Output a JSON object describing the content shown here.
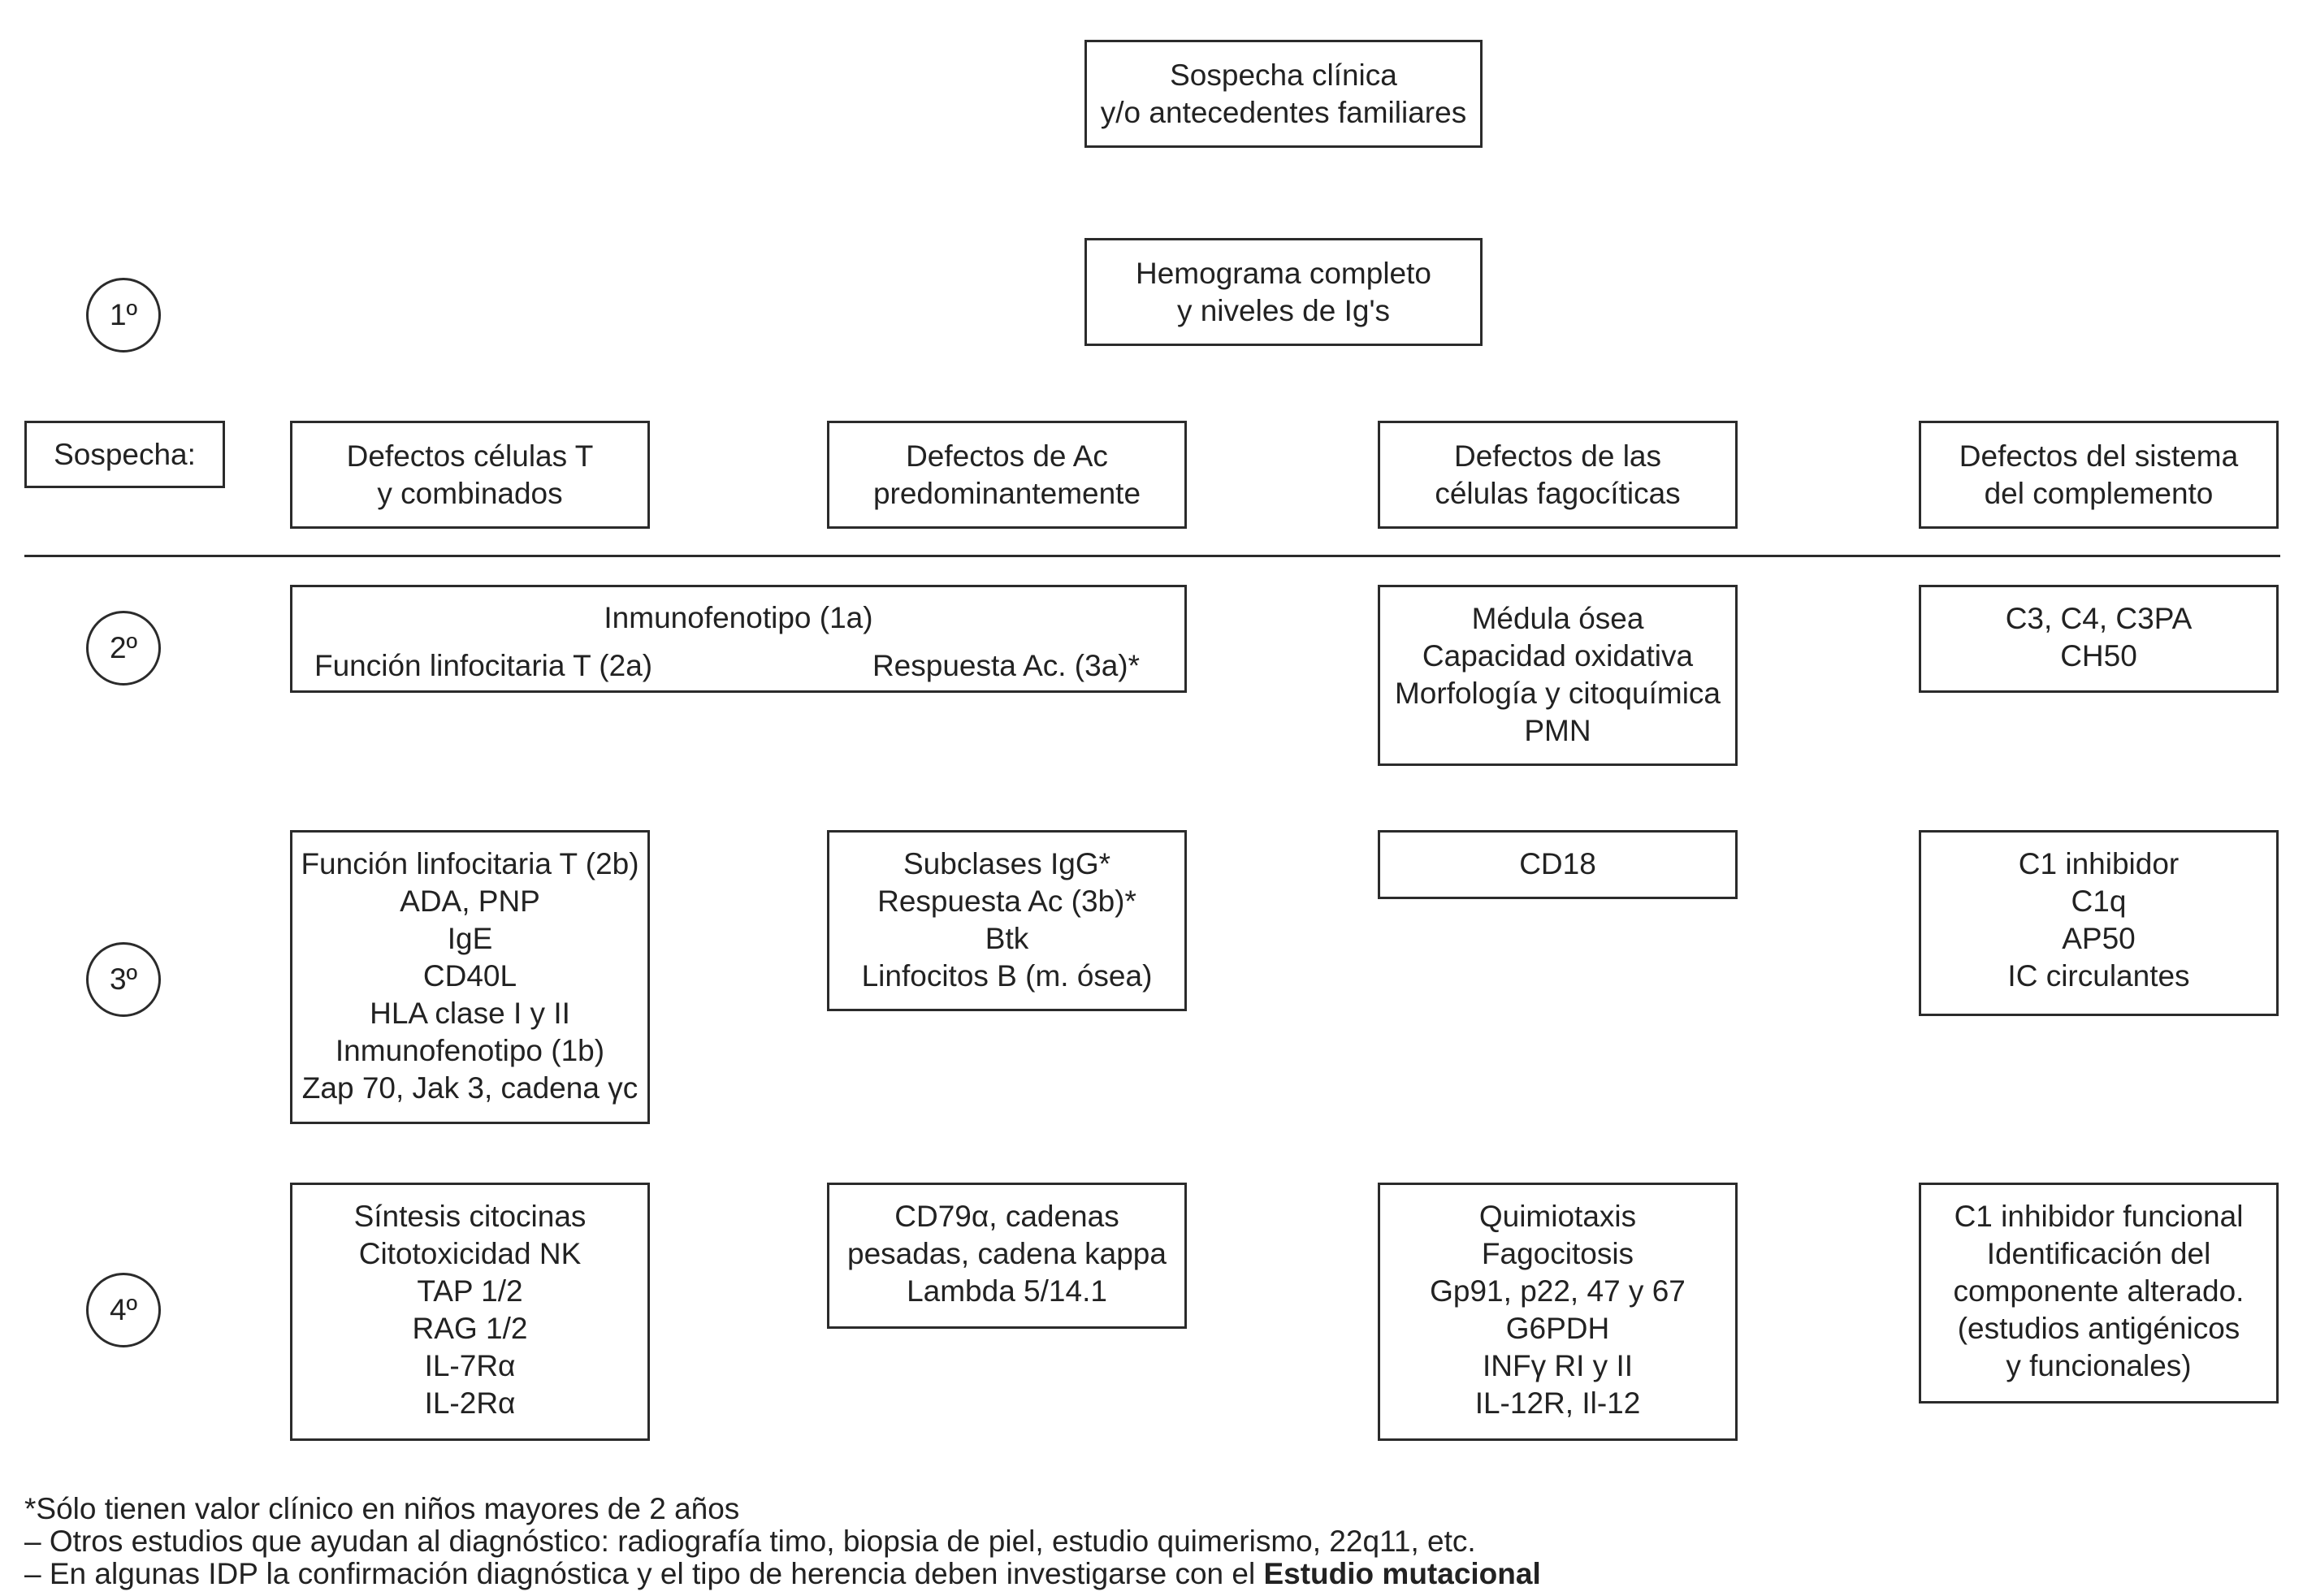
{
  "top_box": [
    "Sospecha clínica",
    "y/o antecedentes familiares"
  ],
  "hemograma_box": [
    "Hemograma completo",
    "y niveles de Ig's"
  ],
  "steps": {
    "step1": "1º",
    "step2": "2º",
    "step3": "3º",
    "step4": "4º"
  },
  "sospecha_label": "Sospecha:",
  "categories": {
    "t_cells": [
      "Defectos células T",
      "y combinados"
    ],
    "antibody": [
      "Defectos de Ac",
      "predominantemente"
    ],
    "phagocytic": [
      "Defectos de las",
      "células fagocíticas"
    ],
    "complement": [
      "Defectos del sistema",
      "del complemento"
    ]
  },
  "step2_boxes": {
    "immuno_title": "Inmunofenotipo (1a)",
    "immuno_left": "Función linfocitaria T (2a)",
    "immuno_right": "Respuesta Ac. (3a)*",
    "phagocytic": [
      "Médula ósea",
      "Capacidad oxidativa",
      "Morfología y citoquímica",
      "PMN"
    ],
    "complement": [
      "C3, C4, C3PA",
      "CH50"
    ]
  },
  "step3_boxes": {
    "t_cells": [
      "Función linfocitaria T (2b)",
      "ADA, PNP",
      "IgE",
      "CD40L",
      "HLA clase I y II",
      "Inmunofenotipo (1b)",
      "Zap 70, Jak 3, cadena γc"
    ],
    "antibody": [
      "Subclases IgG*",
      "Respuesta Ac (3b)*",
      "Btk",
      "Linfocitos B (m. ósea)"
    ],
    "phagocytic": [
      "CD18"
    ],
    "complement": [
      "C1 inhibidor",
      "C1q",
      "AP50",
      "IC circulantes"
    ]
  },
  "step4_boxes": {
    "t_cells": [
      "Síntesis citocinas",
      "Citotoxicidad NK",
      "TAP 1/2",
      "RAG 1/2",
      "IL-7Rα",
      "IL-2Rα"
    ],
    "antibody": [
      "CD79α, cadenas",
      "pesadas, cadena kappa",
      "Lambda 5/14.1"
    ],
    "phagocytic": [
      "Quimiotaxis",
      "Fagocitosis",
      "Gp91, p22, 47 y 67",
      "G6PDH",
      "INFγ RI y II",
      "IL-12R, Il-12"
    ],
    "complement": [
      "C1 inhibidor funcional",
      "Identificación del",
      "componente alterado.",
      "(estudios antigénicos",
      "y funcionales)"
    ]
  },
  "footnotes": {
    "line1": "*Sólo tienen valor clínico en niños mayores de 2 años",
    "line2": "– Otros estudios que ayudan al diagnóstico: radiografía timo, biopsia de piel, estudio quimerismo, 22q11, etc.",
    "line3_prefix": "– En algunas IDP la confirmación diagnóstica y el tipo de herencia deben investigarse con el ",
    "line3_bold": "Estudio mutacional"
  }
}
